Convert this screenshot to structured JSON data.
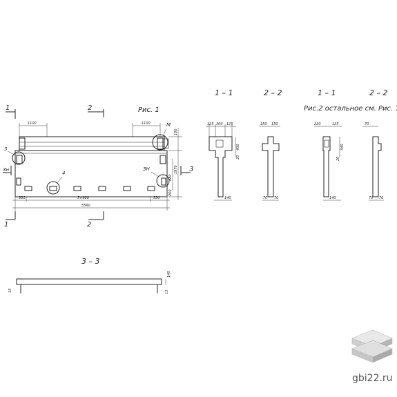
{
  "figure": {
    "fig1_label": "Рис. 1",
    "fig2_label": "Рис.2  остальное см. Рис. 1"
  },
  "section_marks": {
    "one": "1",
    "two": "2",
    "three": "3"
  },
  "section_titles": {
    "s11a": "1 – 1",
    "s22a": "2 – 2",
    "s11b": "1 – 1",
    "s22b": "2 – 2",
    "s33": "3 – 3"
  },
  "main_view": {
    "dim_top_left": "1100",
    "dim_top_right": "1100",
    "dim_right_top": "100",
    "dim_right_mid": "1970",
    "dim_right_low": "880",
    "dim_right_bot": "200",
    "dim_bottom_left": "330",
    "dim_bottom_mid": "5×980",
    "dim_bottom_right": "330",
    "dim_total": "5560",
    "callout_M": "М",
    "callout_3": "3",
    "callout_3n_left": "3н",
    "callout_3n_right": "3Н",
    "callout_4": "4"
  },
  "section_11a": {
    "d1": "125",
    "d2": "300",
    "d3": "125",
    "d4": "400",
    "d5": "20",
    "d6": "140"
  },
  "section_22a": {
    "d1": "150",
    "d2": "150",
    "d3": "70",
    "d4": "70"
  },
  "section_11b": {
    "d1": "220",
    "d2": "125",
    "d3": "340",
    "d4": "20",
    "d5": "140"
  },
  "section_22b": {
    "d1": "70",
    "d2": "70",
    "d3": "70"
  },
  "section_33": {
    "d_right": "140",
    "d_left_foot": "15",
    "d_right_foot": "15"
  },
  "watermark": {
    "text": "gbi22.ru"
  }
}
